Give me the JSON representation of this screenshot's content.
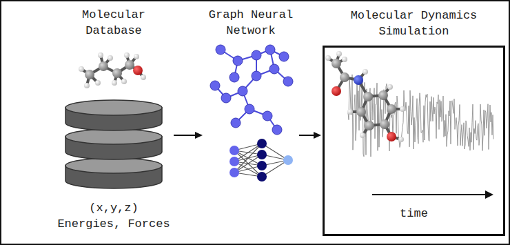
{
  "diagram": {
    "nodes": [
      {
        "text": [
          "Molecular Database",
          "(x,y,z) Energies, Forces"
        ]
      },
      {
        "text": [
          "Graph Neural Network"
        ]
      },
      {
        "text": [
          "Molecular Dynamics Simulation",
          "time"
        ]
      }
    ],
    "edges": [
      {
        "from": 0,
        "to": 1,
        "arrow": "to"
      },
      {
        "from": 1,
        "to": 2,
        "arrow": "to"
      }
    ]
  }
}
